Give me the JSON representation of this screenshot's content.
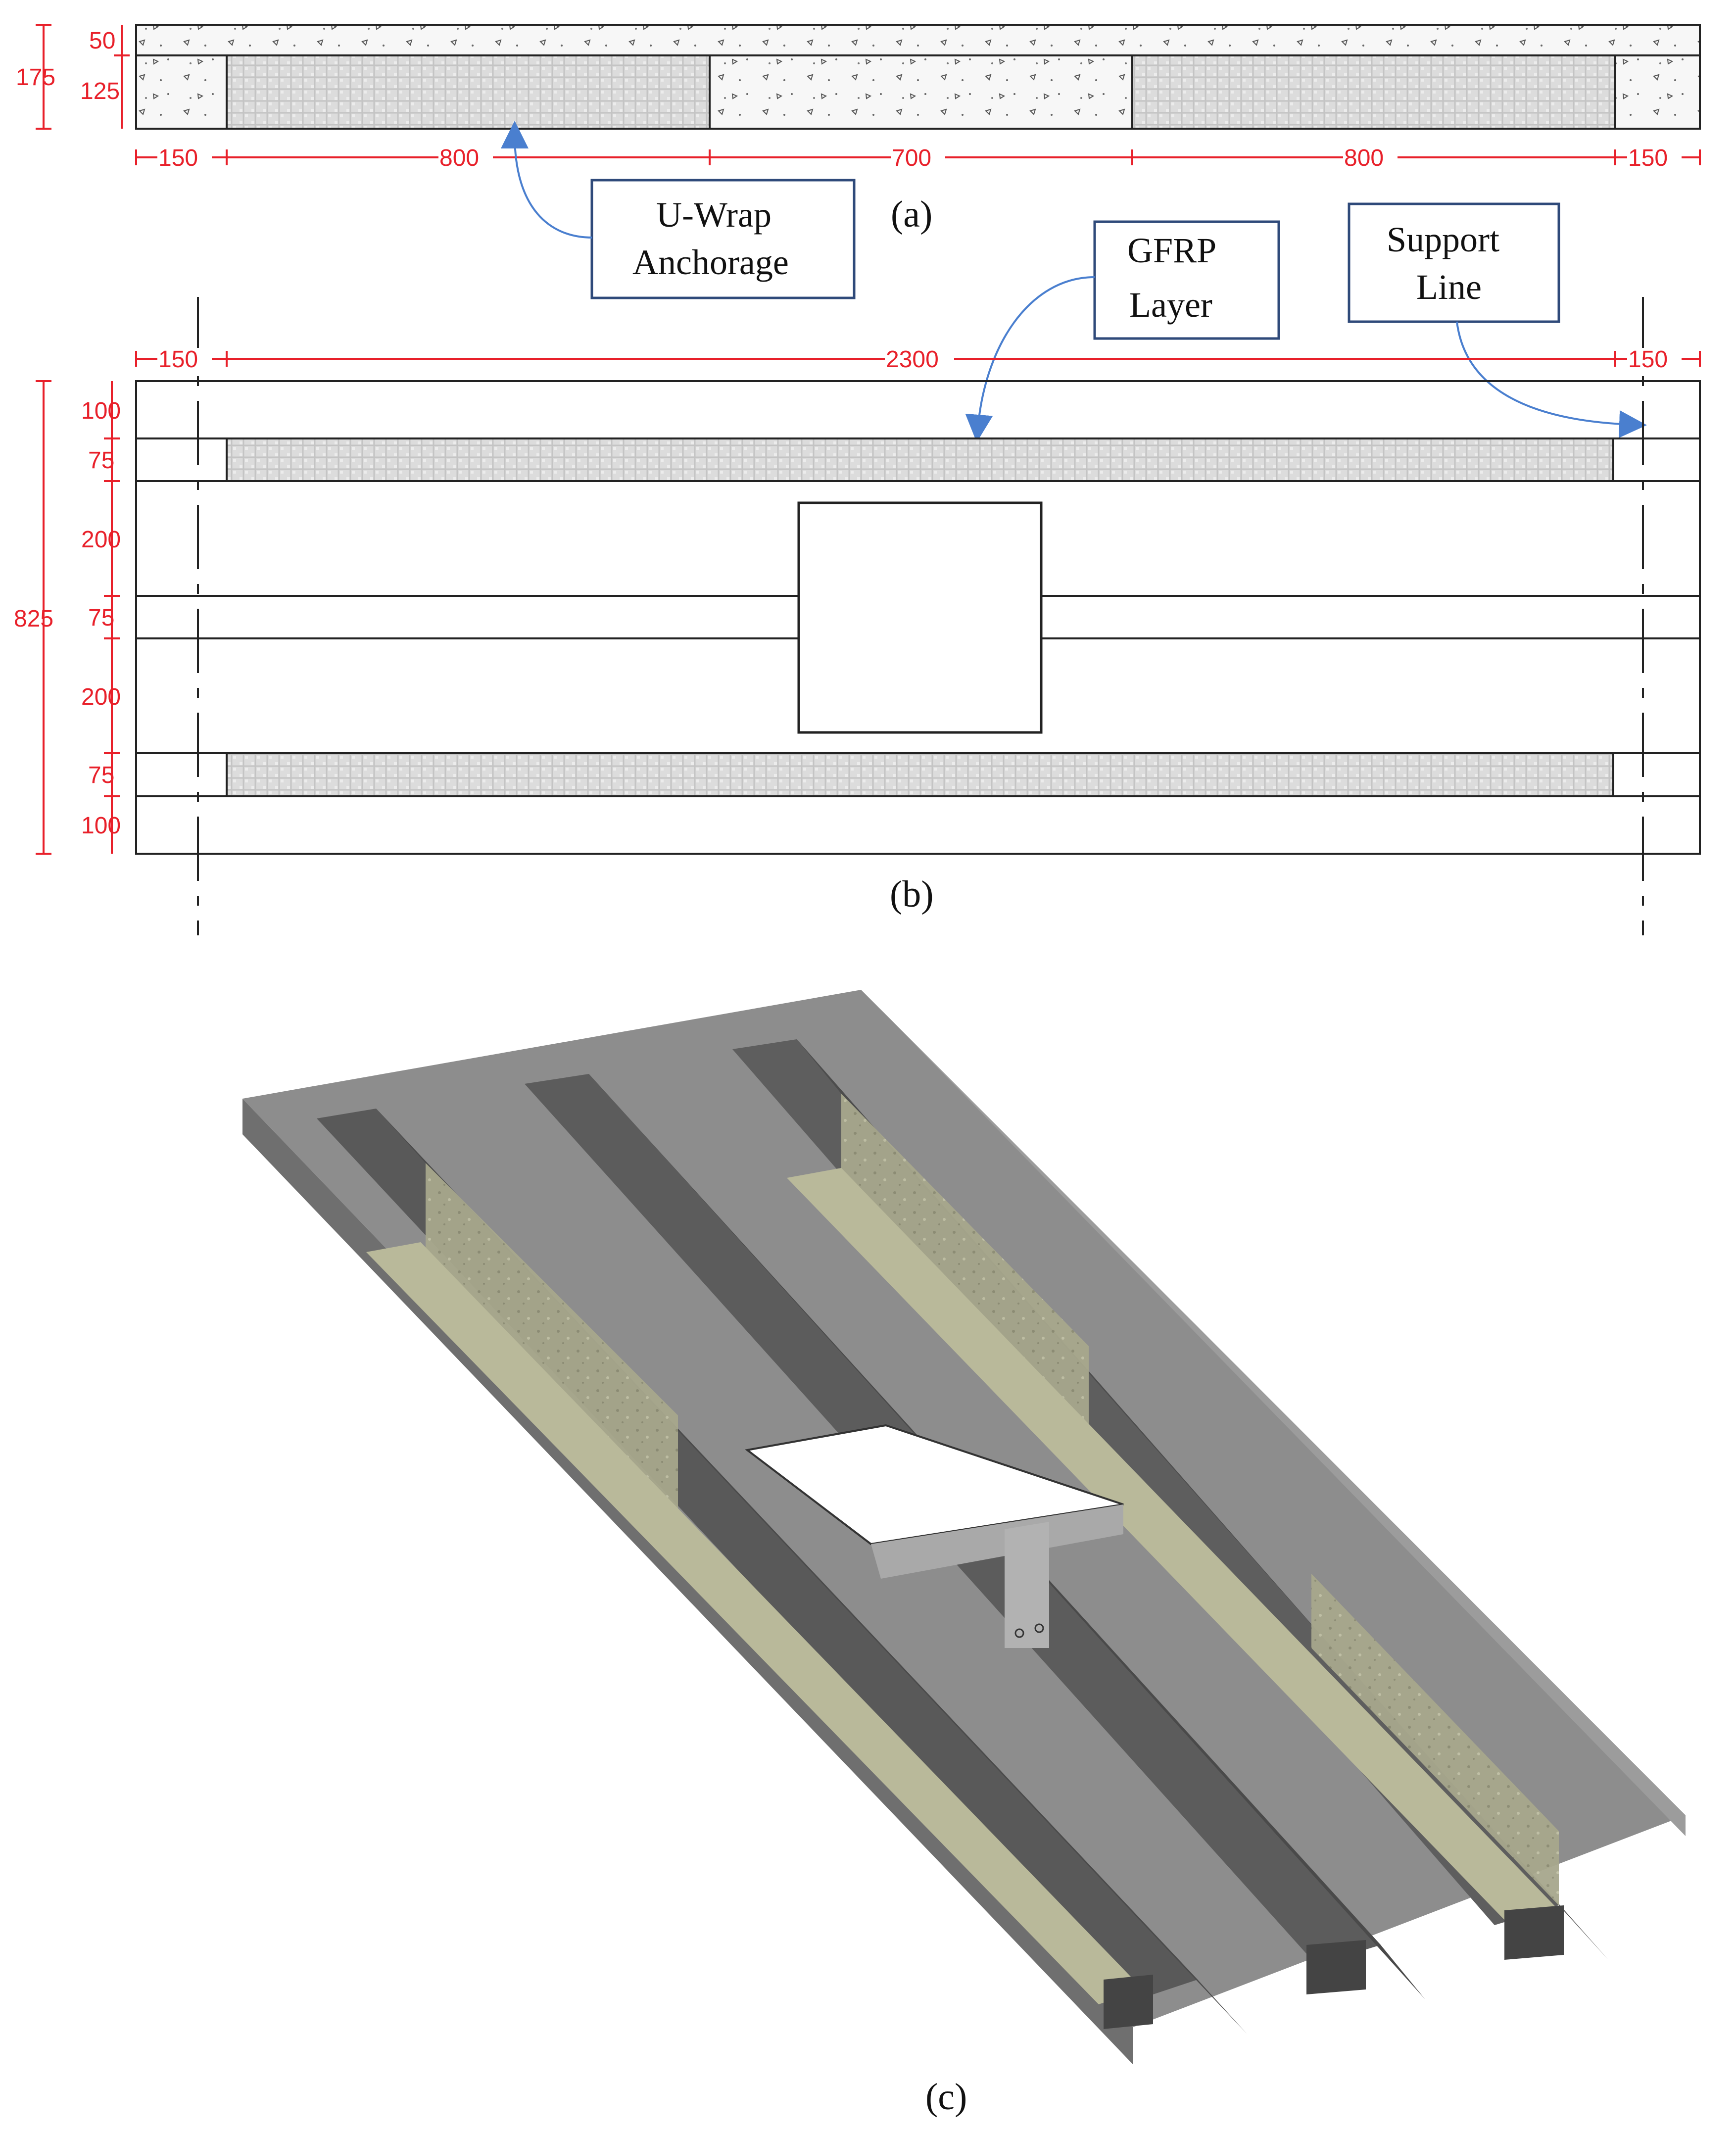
{
  "panel_a": {
    "caption": "(a)",
    "vertical_dims": {
      "total": "175",
      "top": "50",
      "bottom": "125"
    },
    "horizontal_dims": [
      "150",
      "800",
      "700",
      "800",
      "150"
    ]
  },
  "panel_b": {
    "caption": "(b)",
    "horizontal_dims": [
      "150",
      "2300",
      "150"
    ],
    "vertical_total": "825",
    "vertical_dims": [
      "100",
      "75",
      "200",
      "75",
      "200",
      "75",
      "100"
    ]
  },
  "panel_c": {
    "caption": "(c)"
  },
  "callouts": {
    "u_wrap": [
      "U-Wrap",
      "Anchorage"
    ],
    "gfrp": [
      "GFRP",
      "Layer"
    ],
    "support": [
      "Support",
      "Line"
    ]
  },
  "colors": {
    "dimension": "#e8202a",
    "callout_border": "#2f4a7a",
    "arrow": "#4a7fcf",
    "concrete_top": "#9a9a9a",
    "concrete_side": "#5f5f5f",
    "gfrp": "#b9b99a"
  }
}
